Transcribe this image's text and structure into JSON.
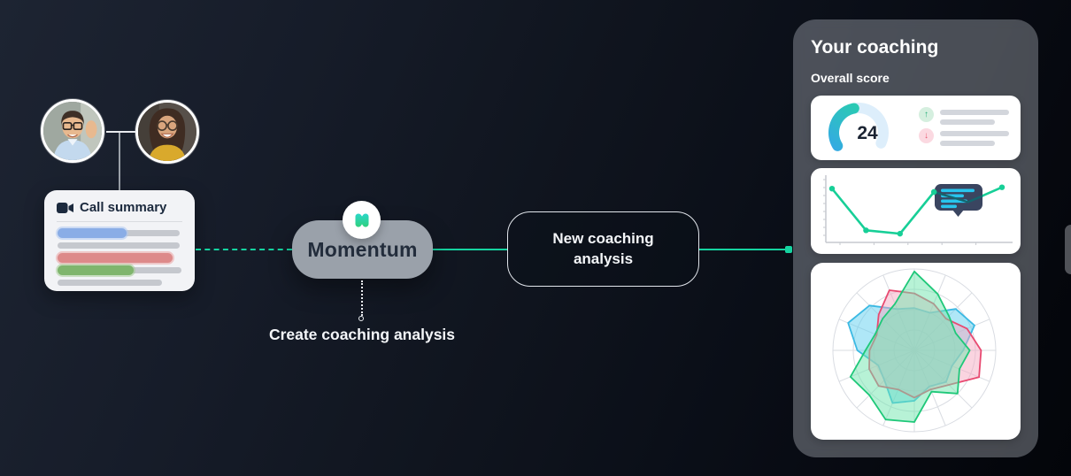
{
  "colors": {
    "accent": "#15d3a0",
    "momentum_bg": "#9aa1aa",
    "up_bg": "#d5efdf",
    "up_fg": "#27ae7c",
    "down_bg": "#fbd9e1",
    "down_fg": "#e85a72"
  },
  "diagram": {
    "call_summary_title": "Call summary",
    "momentum_label": "Momentum",
    "action_label": "Create coaching analysis",
    "analysis_label": "New coaching analysis"
  },
  "panel": {
    "title": "Your coaching",
    "subtitle": "Overall score"
  },
  "legend": {
    "up_arrow": "↑",
    "down_arrow": "↓"
  },
  "chart_data": [
    {
      "type": "gauge",
      "title": "Overall score",
      "value": 24,
      "arc_fraction": 0.47,
      "track_color": "#ddeefb",
      "gradient": [
        "#35a7e8",
        "#27d3a5"
      ]
    },
    {
      "type": "line",
      "x": [
        1,
        2,
        3,
        4,
        5,
        6
      ],
      "values": [
        0.8,
        0.18,
        0.13,
        0.75,
        0.6,
        0.82
      ],
      "ylim": [
        0,
        1
      ],
      "line_color": "#17cf97",
      "axis_color": "#c6c9cf",
      "tooltip": {
        "bg": "#3a4560",
        "line_color": "#28c5ee",
        "text_lines": 4
      },
      "grid": false
    },
    {
      "type": "radar",
      "axes": 16,
      "rings": [
        0.25,
        0.5,
        0.75,
        1
      ],
      "grid_color": "#d9dce2",
      "series": [
        {
          "name": "cyan",
          "stroke": "#3bb9e3",
          "fill": "#5fd0ef",
          "values": [
            0.52,
            0.5,
            0.72,
            0.8,
            0.6,
            0.5,
            0.55,
            0.48,
            0.62,
            0.7,
            0.52,
            0.48,
            0.7,
            0.88,
            0.78,
            0.55
          ]
        },
        {
          "name": "pink",
          "stroke": "#e84a71",
          "fill": "#f6a9c1",
          "values": [
            0.7,
            0.62,
            0.55,
            0.7,
            0.82,
            0.86,
            0.6,
            0.52,
            0.58,
            0.52,
            0.62,
            0.6,
            0.55,
            0.5,
            0.62,
            0.8
          ]
        },
        {
          "name": "green",
          "stroke": "#1fc879",
          "fill": "#6fe5ae",
          "values": [
            0.97,
            0.75,
            0.6,
            0.55,
            0.68,
            0.6,
            0.75,
            0.55,
            0.88,
            0.92,
            0.78,
            0.85,
            0.6,
            0.52,
            0.55,
            0.62
          ]
        }
      ]
    }
  ]
}
